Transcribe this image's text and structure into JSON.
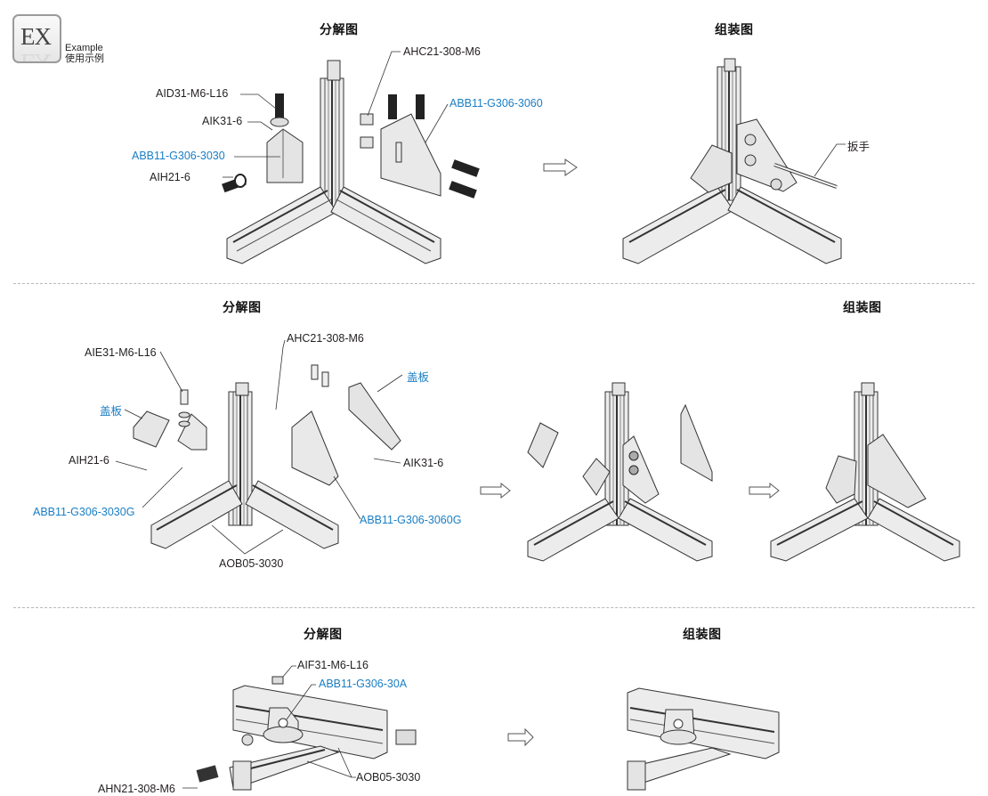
{
  "badge": {
    "code": "EX",
    "caption_en": "Example",
    "caption_cn": "使用示例"
  },
  "colors": {
    "label": "#231f20",
    "highlight_label": "#1a7ec4",
    "divider": "#b8b8b8",
    "part_fill": "#e9e9e9",
    "part_stroke": "#333333"
  },
  "sections": [
    {
      "exploded_title": "分解图",
      "assembled_title": "组装图",
      "exploded_labels": [
        {
          "text": "AHC21-308-M6",
          "highlight": false
        },
        {
          "text": "AID31-M6-L16",
          "highlight": false
        },
        {
          "text": "ABB11-G306-3060",
          "highlight": true
        },
        {
          "text": "AIK31-6",
          "highlight": false
        },
        {
          "text": "ABB11-G306-3030",
          "highlight": true
        },
        {
          "text": "AIH21-6",
          "highlight": false
        }
      ],
      "assembled_labels": [
        {
          "text": "扳手",
          "highlight": false
        }
      ]
    },
    {
      "exploded_title": "分解图",
      "assembled_title": "组装图",
      "exploded_labels": [
        {
          "text": "AHC21-308-M6",
          "highlight": false
        },
        {
          "text": "AIE31-M6-L16",
          "highlight": false
        },
        {
          "text": "盖板",
          "highlight": true
        },
        {
          "text": "盖板",
          "highlight": true
        },
        {
          "text": "AIH21-6",
          "highlight": false
        },
        {
          "text": "AIK31-6",
          "highlight": false
        },
        {
          "text": "ABB11-G306-3030G",
          "highlight": true
        },
        {
          "text": "ABB11-G306-3060G",
          "highlight": true
        },
        {
          "text": "AOB05-3030",
          "highlight": false
        }
      ]
    },
    {
      "exploded_title": "分解图",
      "assembled_title": "组装图",
      "exploded_labels": [
        {
          "text": "AIF31-M6-L16",
          "highlight": false
        },
        {
          "text": "ABB11-G306-30A",
          "highlight": true
        },
        {
          "text": "AOB05-3030",
          "highlight": false
        },
        {
          "text": "AHN21-308-M6",
          "highlight": false
        }
      ]
    }
  ]
}
